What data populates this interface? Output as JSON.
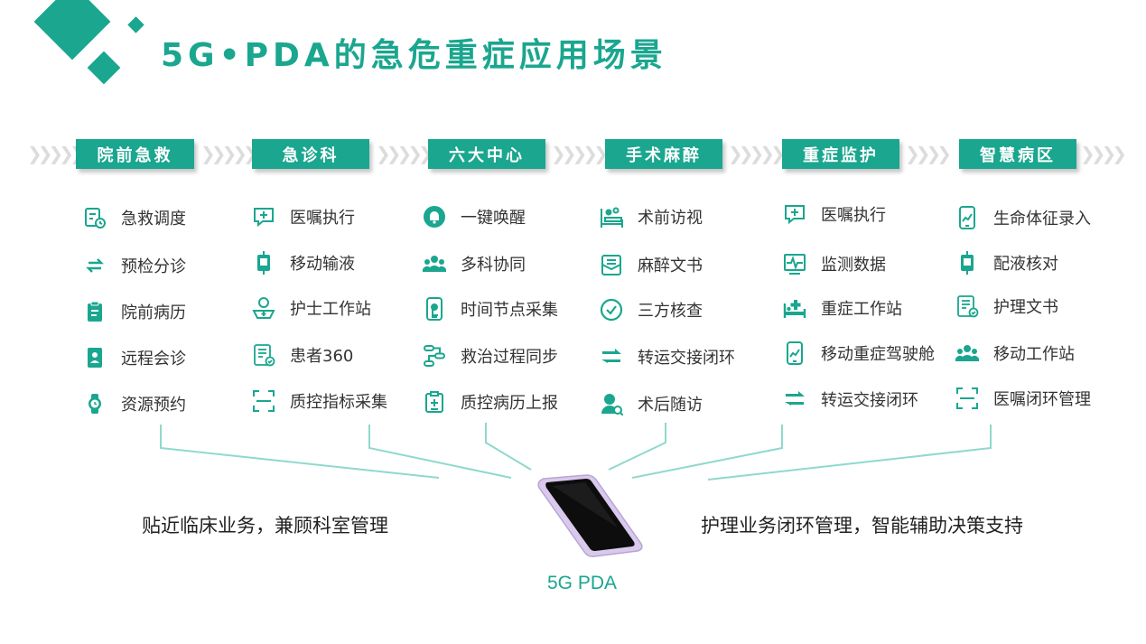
{
  "title": "5G•PDA的急危重症应用场景",
  "colors": {
    "accent": "#1aa68f",
    "chevron": "#dcdcdc",
    "line": "#8fd9cc",
    "device": "#c9b8e0"
  },
  "categories": [
    {
      "label": "院前急救",
      "items": [
        {
          "label": "急救调度",
          "icon": "dispatch-icon"
        },
        {
          "label": "预检分诊",
          "icon": "swap-icon"
        },
        {
          "label": "院前病历",
          "icon": "clipboard-icon"
        },
        {
          "label": "远程会诊",
          "icon": "consult-icon"
        },
        {
          "label": "资源预约",
          "icon": "watch-icon"
        }
      ]
    },
    {
      "label": "急诊科",
      "items": [
        {
          "label": "医嘱执行",
          "icon": "chat-plus-icon"
        },
        {
          "label": "移动输液",
          "icon": "infusion-icon"
        },
        {
          "label": "护士工作站",
          "icon": "nurse-icon"
        },
        {
          "label": "患者360",
          "icon": "record-icon"
        },
        {
          "label": "质控指标采集",
          "icon": "scan-icon"
        }
      ]
    },
    {
      "label": "六大中心",
      "items": [
        {
          "label": "一键唤醒",
          "icon": "bell-icon"
        },
        {
          "label": "多科协同",
          "icon": "team-icon"
        },
        {
          "label": "时间节点采集",
          "icon": "phone-touch-icon"
        },
        {
          "label": "救治过程同步",
          "icon": "flow-icon"
        },
        {
          "label": "质控病历上报",
          "icon": "clipboard-plus-icon"
        }
      ]
    },
    {
      "label": "手术麻醉",
      "items": [
        {
          "label": "术前访视",
          "icon": "visit-icon"
        },
        {
          "label": "麻醉文书",
          "icon": "document-icon"
        },
        {
          "label": "三方核查",
          "icon": "check-circle-icon"
        },
        {
          "label": "转运交接闭环",
          "icon": "transfer-icon"
        },
        {
          "label": "术后随访",
          "icon": "doctor-search-icon"
        }
      ]
    },
    {
      "label": "重症监护",
      "items": [
        {
          "label": "医嘱执行",
          "icon": "chat-plus-icon"
        },
        {
          "label": "监测数据",
          "icon": "monitor-icon"
        },
        {
          "label": "重症工作站",
          "icon": "bed-icon"
        },
        {
          "label": "移动重症驾驶舱",
          "icon": "phone-chart-icon"
        },
        {
          "label": "转运交接闭环",
          "icon": "transfer-icon"
        }
      ]
    },
    {
      "label": "智慧病区",
      "items": [
        {
          "label": "生命体征录入",
          "icon": "phone-chart-icon"
        },
        {
          "label": "配液核对",
          "icon": "infusion-icon"
        },
        {
          "label": "护理文书",
          "icon": "record-icon"
        },
        {
          "label": "移动工作站",
          "icon": "team-icon"
        },
        {
          "label": "医嘱闭环管理",
          "icon": "scan-icon"
        }
      ]
    }
  ],
  "captions": {
    "left": "贴近临床业务，兼顾科室管理",
    "right": "护理业务闭环管理，智能辅助决策支持"
  },
  "device_label": "5G PDA"
}
